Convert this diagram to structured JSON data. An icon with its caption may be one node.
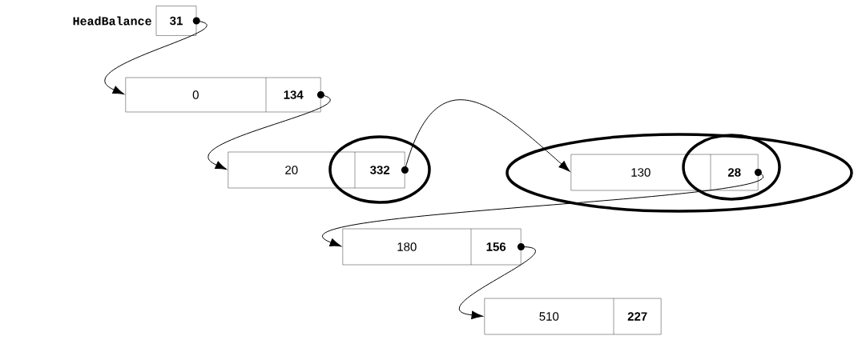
{
  "diagram": {
    "nodes": [
      {
        "text": [
          "31"
        ],
        "beside": [
          "HeadBalance"
        ]
      },
      {
        "text": [
          "0",
          "134"
        ]
      },
      {
        "text": [
          "20",
          "332"
        ]
      },
      {
        "text": [
          "130",
          "28"
        ]
      },
      {
        "text": [
          "180",
          "156"
        ]
      },
      {
        "text": [
          "510",
          "227"
        ]
      }
    ],
    "edges": [
      {
        "from": 0,
        "to": 1,
        "arrow": "to"
      },
      {
        "from": 1,
        "to": 2,
        "arrow": "to"
      },
      {
        "from": 2,
        "to": 3,
        "arrow": "to"
      },
      {
        "from": 3,
        "to": 4,
        "arrow": "to"
      },
      {
        "from": 4,
        "to": 5,
        "arrow": "to"
      }
    ]
  }
}
